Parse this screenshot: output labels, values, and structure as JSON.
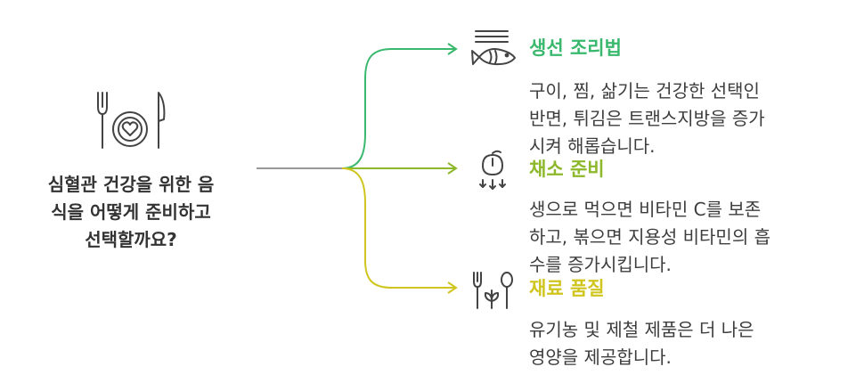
{
  "center": {
    "question": "심혈관 건강을 위한 음\n식을 어떻게 준비하고\n선택할까요?",
    "icon": "plate-utensils-heart-icon"
  },
  "branches": [
    {
      "title": "생선 조리법",
      "description": "구이, 찜, 삶기는 건강한 선택인\n반면, 튀김은 트랜스지방을 증가\n시켜 해롭습니다.",
      "color": "#39B86E",
      "icon": "fish-icon"
    },
    {
      "title": "채소 준비",
      "description": "생으로 먹으면 비타민 C를 보존\n하고, 볶으면 지용성 비타민의 흡\n수를 증가시킵니다.",
      "color": "#8DB82B",
      "icon": "vegetable-icon"
    },
    {
      "title": "재료 품질",
      "description": "유기농 및 제철 제품은 더 나은\n영양을 제공합니다.",
      "color": "#CFC51E",
      "icon": "organic-produce-icon"
    }
  ],
  "colors": {
    "stem": "#999999",
    "text": "#333333",
    "icon": "#444444"
  }
}
